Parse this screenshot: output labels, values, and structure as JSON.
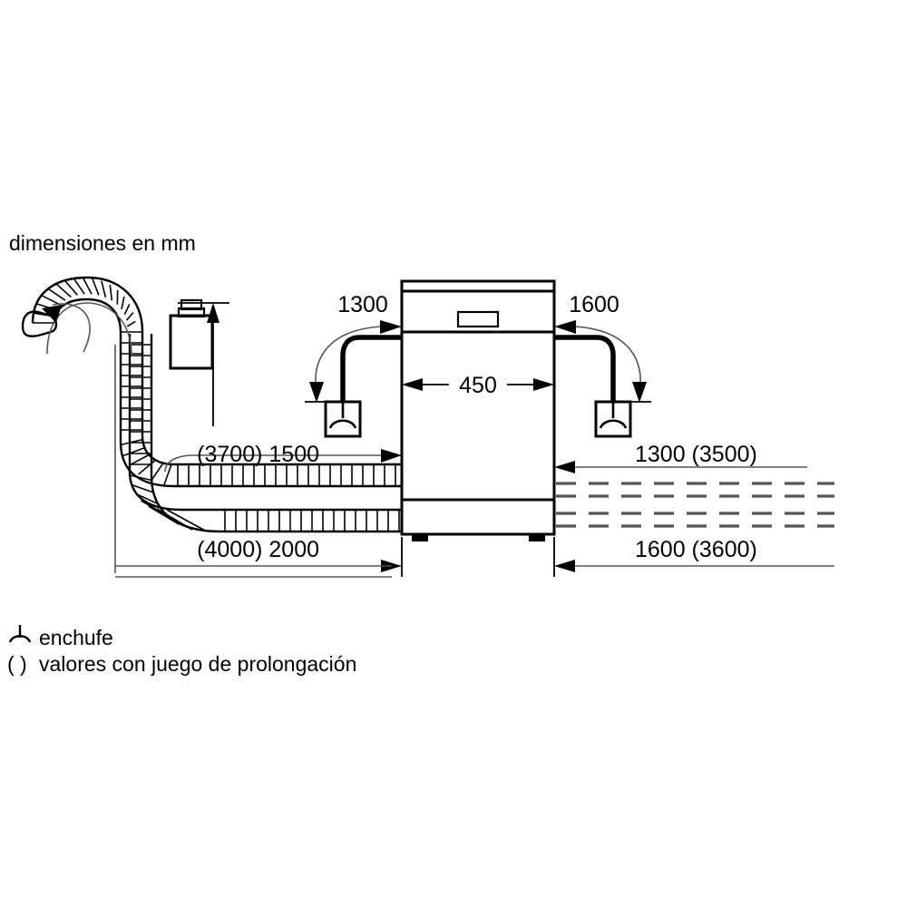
{
  "page": {
    "title_note": "dimensiones en mm",
    "background": "#ffffff",
    "line_color": "#000000"
  },
  "appliance": {
    "name": "dishwasher",
    "width_label": "450"
  },
  "dimensions": {
    "top_left": "1300",
    "top_right": "1600",
    "mid_left": "(3700) 1500",
    "mid_right": "1300 (3500)",
    "bottom_left": "(4000) 2000",
    "bottom_right": "1600 (3600)"
  },
  "symbols": {
    "socket_left": "socket-symbol",
    "socket_right": "socket-symbol",
    "hose_end": "hose-end-cap",
    "aquastop": "aquastop-valve"
  },
  "legend": [
    {
      "symbol": "socket-symbol",
      "text": "enchufe"
    },
    {
      "symbol": "parentheses",
      "prefix": "( )",
      "text": "valores con juego de prolongación"
    }
  ],
  "legend_lines": {
    "line1": "enchufe",
    "line2_prefix": "( )",
    "line2": "valores con juego de prolongación"
  }
}
